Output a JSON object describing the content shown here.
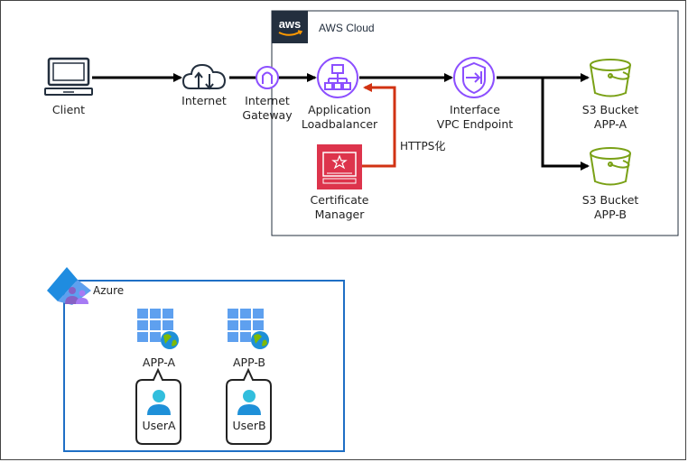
{
  "aws": {
    "logo": "aws",
    "title": "AWS Cloud"
  },
  "azure": {
    "title": "Azure"
  },
  "nodes": {
    "client": "Client",
    "internet": "Internet",
    "igw": [
      "Internet",
      "Gateway"
    ],
    "alb": [
      "Application",
      "Loadbalancer"
    ],
    "acm": [
      "Certificate",
      "Manager"
    ],
    "vpce": [
      "Interface",
      "VPC Endpoint"
    ],
    "s3a": [
      "S3 Bucket",
      "APP-A"
    ],
    "s3b": [
      "S3 Bucket",
      "APP-B"
    ],
    "appA": "APP-A",
    "appB": "APP-B",
    "userA": "UserA",
    "userB": "UserB"
  },
  "edges": {
    "https": "HTTPS化"
  },
  "colors": {
    "alb_purple": "#8c4fff",
    "s3_green": "#7aa116",
    "acm_red": "#dd344c",
    "arrow_red": "#d13212",
    "azure_blue": "#1f6fc5"
  }
}
